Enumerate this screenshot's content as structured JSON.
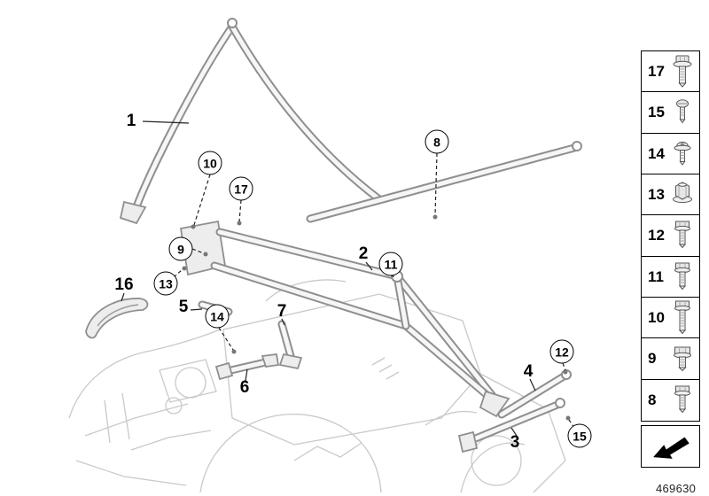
{
  "diagram": {
    "number": "469630",
    "callouts": [
      {
        "id": "1",
        "circled": false
      },
      {
        "id": "10",
        "circled": true
      },
      {
        "id": "17",
        "circled": true
      },
      {
        "id": "8",
        "circled": true
      },
      {
        "id": "9",
        "circled": true
      },
      {
        "id": "2",
        "circled": false
      },
      {
        "id": "11",
        "circled": true
      },
      {
        "id": "13",
        "circled": true
      },
      {
        "id": "16",
        "circled": false
      },
      {
        "id": "5",
        "circled": false
      },
      {
        "id": "14",
        "circled": true
      },
      {
        "id": "7",
        "circled": false
      },
      {
        "id": "6",
        "circled": false
      },
      {
        "id": "4",
        "circled": false
      },
      {
        "id": "12",
        "circled": true
      },
      {
        "id": "3",
        "circled": false
      },
      {
        "id": "15",
        "circled": true
      }
    ],
    "legend": {
      "items": [
        {
          "id": "17",
          "icon": "flange-bolt-icon"
        },
        {
          "id": "15",
          "icon": "pan-head-screw-icon"
        },
        {
          "id": "14",
          "icon": "torx-screw-icon"
        },
        {
          "id": "13",
          "icon": "flange-nut-icon"
        },
        {
          "id": "12",
          "icon": "hex-bolt-icon"
        },
        {
          "id": "11",
          "icon": "hex-bolt-icon"
        },
        {
          "id": "10",
          "icon": "hex-bolt-long-icon"
        },
        {
          "id": "9",
          "icon": "hex-bolt-short-icon"
        },
        {
          "id": "8",
          "icon": "hex-bolt-icon"
        }
      ],
      "direction_icon": "travel-direction-arrow-icon"
    },
    "colors": {
      "line": "#8f8f8f",
      "faint": "#c9c9c9",
      "callout": "#000000"
    }
  }
}
